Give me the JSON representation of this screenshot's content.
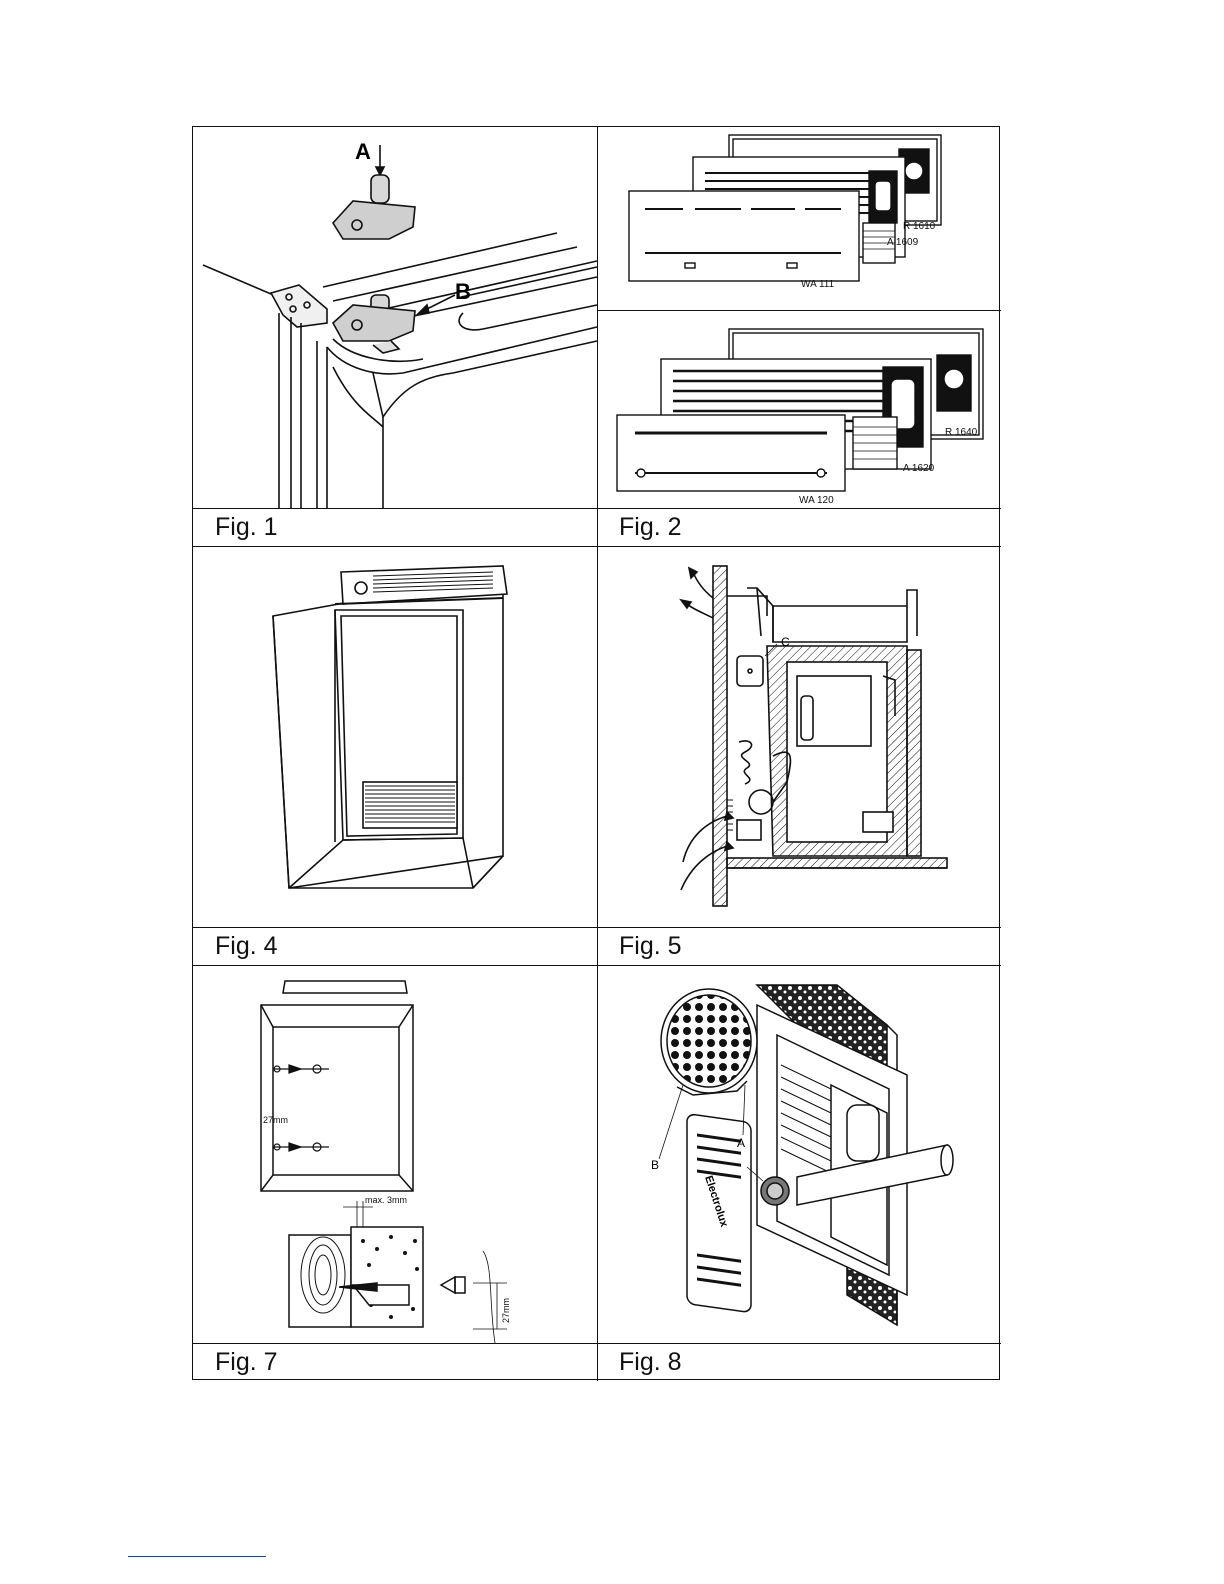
{
  "figures": [
    {
      "id": "fig1",
      "caption": "Fig. 1",
      "labels": {
        "a": "A",
        "b": "B"
      }
    },
    {
      "id": "fig2",
      "caption": "Fig. 2",
      "labels": {
        "r1610": "R 1610",
        "a1609": "A 1609",
        "wa111": "WA 111",
        "r1640": "R 1640",
        "a1620": "A 1620",
        "wa120": "WA 120"
      }
    },
    {
      "id": "fig4",
      "caption": "Fig. 4",
      "labels": {}
    },
    {
      "id": "fig5",
      "caption": "Fig. 5",
      "labels": {
        "c": "C"
      }
    },
    {
      "id": "fig7",
      "caption": "Fig. 7",
      "labels": {
        "d27": "27mm",
        "max3": "max. 3mm",
        "d27b": "27mm"
      }
    },
    {
      "id": "fig8",
      "caption": "Fig. 8",
      "labels": {
        "a": "A",
        "b": "B",
        "brand": "Electrolux"
      }
    }
  ]
}
